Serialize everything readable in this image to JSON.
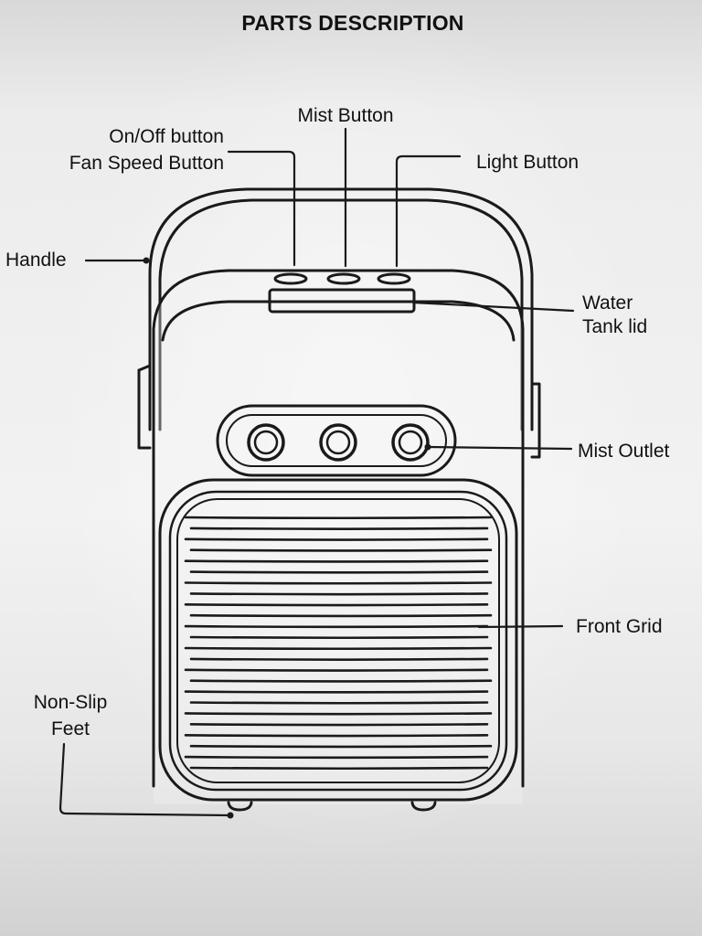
{
  "title": "PARTS DESCRIPTION",
  "labels": {
    "mist_button": "Mist Button",
    "on_off_button": "On/Off button",
    "fan_speed_button": "Fan Speed Button",
    "light_button": "Light Button",
    "handle": "Handle",
    "water_tank_lid_line1": "Water",
    "water_tank_lid_line2": "Tank lid",
    "mist_outlet": "Mist Outlet",
    "front_grid": "Front Grid",
    "non_slip_feet_line1": "Non-Slip",
    "non_slip_feet_line2": "Feet"
  }
}
